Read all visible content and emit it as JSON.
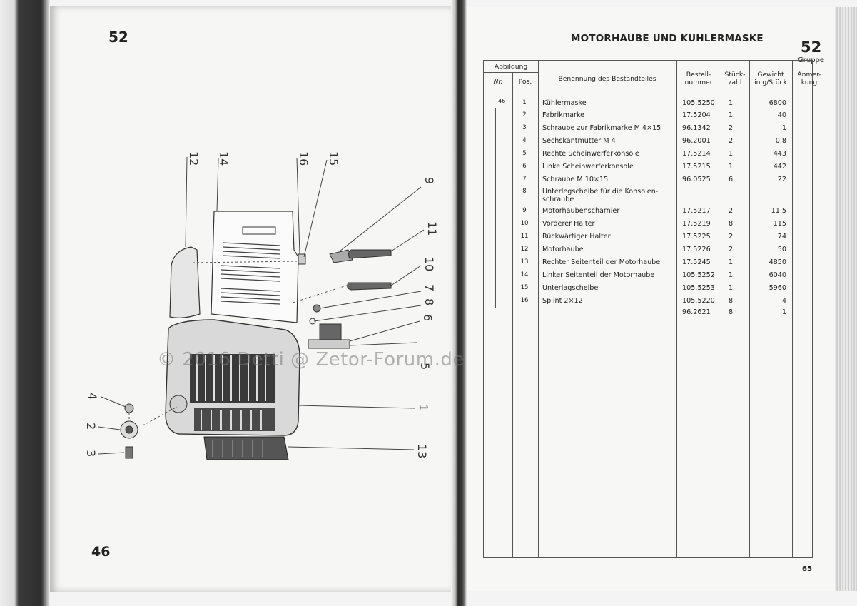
{
  "left_page": {
    "page_top": "52",
    "page_bottom": "46",
    "callouts": [
      "12",
      "14",
      "16",
      "15",
      "9",
      "11",
      "10",
      "7",
      "8",
      "6",
      "5",
      "4",
      "2",
      "3",
      "1",
      "13"
    ],
    "watermark": "© 2016 Detti @ Zetor-Forum.de"
  },
  "right_page": {
    "title": "MOTORHAUBE UND KUHLERMASKE",
    "group_number": "52",
    "group_label": "Gruppe",
    "page_number": "65",
    "table": {
      "headers": {
        "abbildung": "Abbildung",
        "nr": "Nr.",
        "pos": "Pos.",
        "name": "Benennung des Bestandteiles",
        "bestell": "Bestell-\nnummer",
        "stueck": "Stück-\nzahl",
        "gewicht": "Gewicht\nin g/Stück",
        "anmerkung": "Anmer-\nkung"
      },
      "abbildung_nr": "46",
      "rows": [
        {
          "pos": "1",
          "name": "Kühlermaske",
          "nr": "105.5250",
          "qty": "1",
          "wt": "6800"
        },
        {
          "pos": "2",
          "name": "Fabrikmarke",
          "nr": "17.5204",
          "qty": "1",
          "wt": "40"
        },
        {
          "pos": "3",
          "name": "Schraube zur Fabrikmarke M 4×15",
          "nr": "96.1342",
          "qty": "2",
          "wt": "1"
        },
        {
          "pos": "4",
          "name": "Sechskantmutter M 4",
          "nr": "96.2001",
          "qty": "2",
          "wt": "0,8"
        },
        {
          "pos": "5",
          "name": "Rechte Scheinwerferkonsole",
          "nr": "17.5214",
          "qty": "1",
          "wt": "443"
        },
        {
          "pos": "6",
          "name": "Linke Scheinwerferkonsole",
          "nr": "17.5215",
          "qty": "1",
          "wt": "442"
        },
        {
          "pos": "7",
          "name": "Schraube M 10×15",
          "nr": "96.0525",
          "qty": "6",
          "wt": "22"
        },
        {
          "pos": "8",
          "name": "Unterlegscheibe für die Konsolen-\nschraube",
          "nr": "",
          "qty": "",
          "wt": ""
        },
        {
          "pos": "9",
          "name": "Motorhaubenscharnier",
          "nr": "17.5217",
          "qty": "2",
          "wt": "11,5"
        },
        {
          "pos": "10",
          "name": "Vorderer Halter",
          "nr": "17.5219",
          "qty": "8",
          "wt": "115"
        },
        {
          "pos": "11",
          "name": "Rückwärtiger Halter",
          "nr": "17.5225",
          "qty": "2",
          "wt": "74"
        },
        {
          "pos": "12",
          "name": "Motorhaube",
          "nr": "17.5226",
          "qty": "2",
          "wt": "50"
        },
        {
          "pos": "13",
          "name": "Rechter Seitenteil der Motorhaube",
          "nr": "17.5245",
          "qty": "1",
          "wt": "4850"
        },
        {
          "pos": "14",
          "name": "Linker Seitenteil der Motorhaube",
          "nr": "105.5252",
          "qty": "1",
          "wt": "6040"
        },
        {
          "pos": "15",
          "name": "Unterlagscheibe",
          "nr": "105.5253",
          "qty": "1",
          "wt": "5960"
        },
        {
          "pos": "16",
          "name": "Splint 2×12",
          "nr": "105.5220",
          "qty": "8",
          "wt": "4"
        },
        {
          "pos": "",
          "name": "",
          "nr": "96.2621",
          "qty": "8",
          "wt": "1"
        }
      ]
    }
  }
}
